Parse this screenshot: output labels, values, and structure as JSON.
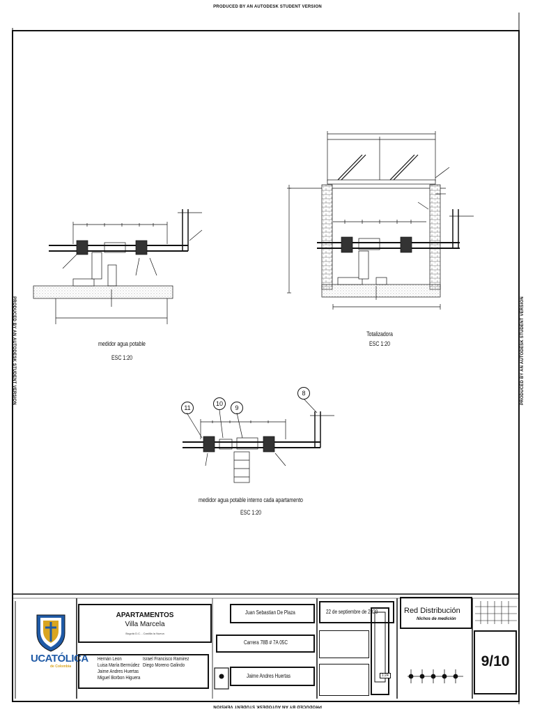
{
  "stamps": {
    "top": "PRODUCED BY AN AUTODESK STUDENT VERSION",
    "bottom": "PRODUCED BY AN AUTODESK STUDENT VERSION",
    "side": "PRODUCED BY AN AUTODESK STUDENT VERSION"
  },
  "drawings": {
    "meter": {
      "title": "medidor agua potable",
      "scale": "ESC 1:20"
    },
    "totalizer": {
      "title": "Totalizadora",
      "scale": "ESC 1:20"
    },
    "internal": {
      "title": "medidor agua potable interno cada apartamento",
      "scale": "ESC 1:20"
    }
  },
  "callouts": [
    "11",
    "10",
    "9",
    "8"
  ],
  "title_block": {
    "institution_name": "UCATÓLICA",
    "institution_sub": "de Colombia",
    "project": "APARTAMENTOS",
    "project_sub": "Villa Marcela",
    "location": "Bogotá D.C. - Castilla la Nueva",
    "designers_left": [
      "Hernán Leon",
      "Luisa María Bermúdez",
      "Jaime Andres Huertas",
      "Miguel Borbon Higuera"
    ],
    "designers_right": [
      "Israel Francisco Ramirez",
      "Diego Moreno Galindo"
    ],
    "reviewer": "Juan Sebastian De Plaza",
    "address": "Carrera 78B # 7A 05C",
    "approver": "Jaime Andres Huertas",
    "date": "22 de septiembre de 2020",
    "scale_box": "1:24",
    "sheet_title": "Red Distribución",
    "sheet_subtitle": "Nichos de medición",
    "sheet_number": "9/10"
  },
  "colors": {
    "line": "#111111",
    "hatch": "#888888",
    "logo_blue": "#1f5aa6",
    "logo_gold": "#d9a520"
  }
}
